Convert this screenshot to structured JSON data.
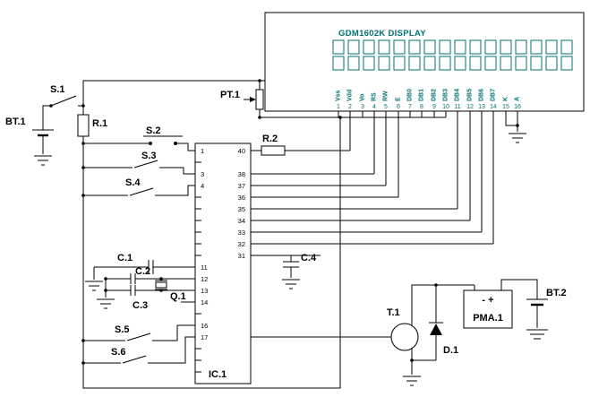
{
  "display": {
    "title": "GDM1602K DISPLAY",
    "pin_labels": [
      "Vss",
      "Vdd",
      "Vo",
      "RS",
      "RW",
      "E",
      "DB0",
      "DB1",
      "DB2",
      "DB3",
      "DB4",
      "DB5",
      "DB6",
      "DB7",
      "K",
      "A"
    ],
    "pin_numbers": [
      "1",
      "2",
      "3",
      "4",
      "5",
      "6",
      "7",
      "8",
      "9",
      "10",
      "11",
      "12",
      "13",
      "14",
      "15",
      "16"
    ]
  },
  "ic": {
    "label": "IC.1",
    "left_pins": [
      "1",
      "3",
      "4",
      "11",
      "12",
      "13",
      "14",
      "16",
      "17"
    ],
    "right_pins": [
      "40",
      "38",
      "37",
      "36",
      "35",
      "34",
      "33",
      "32",
      "31"
    ]
  },
  "components": {
    "bt1": "BT.1",
    "s1": "S.1",
    "r1": "R.1",
    "s2": "S.2",
    "s3": "S.3",
    "s4": "S.4",
    "r2": "R.2",
    "pt1": "PT.1",
    "c1": "C.1",
    "c2": "C.2",
    "q1": "Q.1",
    "c3": "C.3",
    "s5": "S.5",
    "s6": "S.6",
    "c4": "C.4",
    "t1": "T.1",
    "d1": "D.1",
    "pma1": "PMA.1",
    "pma_polarity": "-  +",
    "bt2": "BT.2"
  },
  "colors": {
    "wire": "#000000",
    "display_text": "#007272",
    "background": "#ffffff"
  }
}
